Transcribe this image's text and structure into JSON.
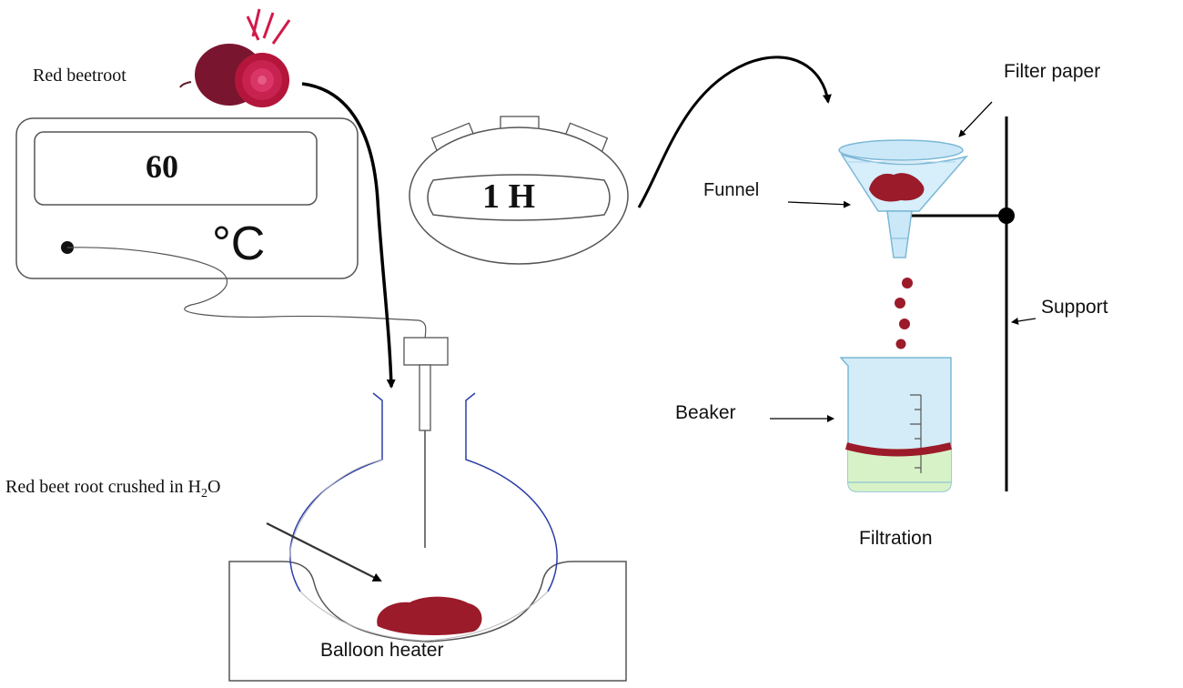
{
  "labels": {
    "red_beetroot": "Red beetroot",
    "thermometer_value": "60",
    "thermometer_unit": "°C",
    "timer_value": "1 H",
    "filter_paper": "Filter paper",
    "funnel": "Funnel",
    "support": "Support",
    "beaker": "Beaker",
    "filtration": "Filtration",
    "crushed_prefix": "Red beet root crushed in H",
    "crushed_sub": "2",
    "crushed_suffix": "O",
    "balloon_heater": "Balloon heater"
  },
  "colors": {
    "beet": "#9b1b2a",
    "glass": "#bfe3f5",
    "glass_stroke": "#7cb8d6",
    "flask_stroke": "#2c3fa8",
    "liquid": "#d8f2c8"
  }
}
